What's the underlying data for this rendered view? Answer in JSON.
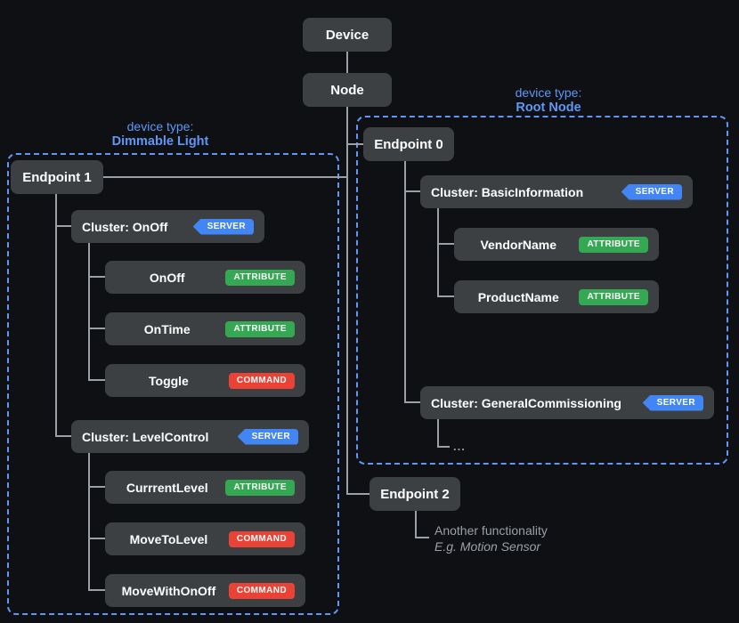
{
  "colors": {
    "background": "#0f1013",
    "box_bg": "#3c4043",
    "box_text": "#ffffff",
    "server_badge": "#4285f4",
    "attribute_badge": "#34a853",
    "command_badge": "#ea4335",
    "badge_text": "#ffffff",
    "accent_blue": "#5e97f6",
    "connector": "#9aa0a6",
    "note_text": "#9aa0a6"
  },
  "tree": {
    "device": "Device",
    "node": "Node"
  },
  "endpoint0_group": {
    "device_type_label": "device type:",
    "device_type_name": "Root Node",
    "endpoint": "Endpoint 0",
    "clusters": {
      "basic_information": {
        "label": "Cluster: BasicInformation",
        "badge": "SERVER",
        "attributes": {
          "vendor_name": {
            "label": "VendorName",
            "badge": "ATTRIBUTE"
          },
          "product_name": {
            "label": "ProductName",
            "badge": "ATTRIBUTE"
          }
        }
      },
      "general_commissioning": {
        "label": "Cluster: GeneralCommissioning",
        "badge": "SERVER",
        "ellipsis": "..."
      }
    }
  },
  "endpoint1_group": {
    "device_type_label": "device type:",
    "device_type_name": "Dimmable Light",
    "endpoint": "Endpoint 1",
    "clusters": {
      "onoff": {
        "label": "Cluster: OnOff",
        "badge": "SERVER",
        "children": {
          "onoff": {
            "label": "OnOff",
            "badge": "ATTRIBUTE"
          },
          "ontime": {
            "label": "OnTime",
            "badge": "ATTRIBUTE"
          },
          "toggle": {
            "label": "Toggle",
            "badge": "COMMAND"
          }
        }
      },
      "level_control": {
        "label": "Cluster: LevelControl",
        "badge": "SERVER",
        "children": {
          "current_level": {
            "label": "CurrrentLevel",
            "badge": "ATTRIBUTE"
          },
          "move_to_level": {
            "label": "MoveToLevel",
            "badge": "COMMAND"
          },
          "move_with_onoff": {
            "label": "MoveWithOnOff",
            "badge": "COMMAND"
          }
        }
      }
    }
  },
  "endpoint2_group": {
    "endpoint": "Endpoint 2",
    "note_line1": "Another functionality",
    "note_line2": "E.g. Motion Sensor"
  }
}
